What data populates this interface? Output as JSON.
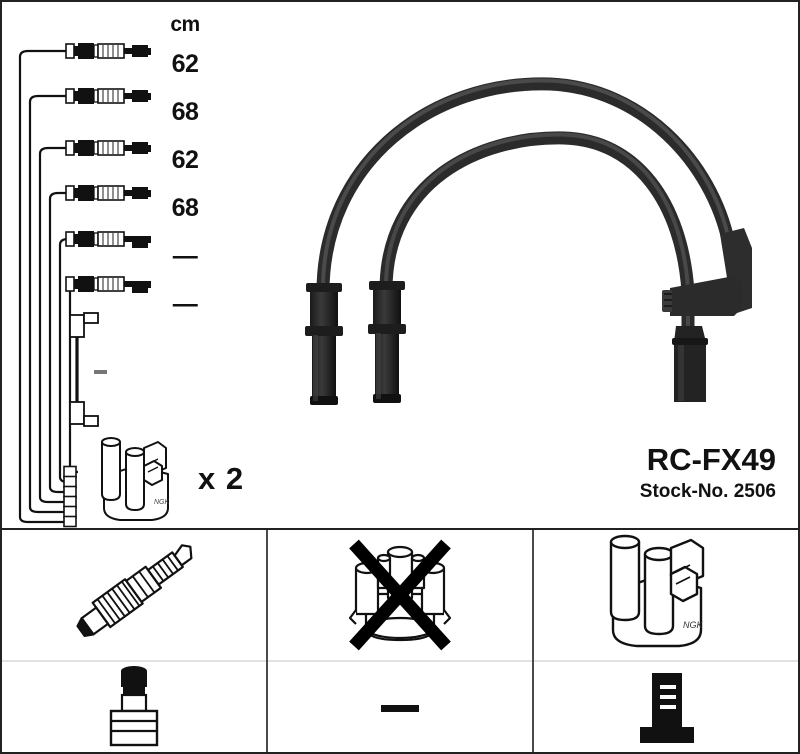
{
  "product": {
    "code": "RC-FX49",
    "stock_label": "Stock-No. 2506"
  },
  "measurements": {
    "unit_header": "cm",
    "values": [
      "62",
      "68",
      "62",
      "68",
      "—",
      "—"
    ]
  },
  "quantity_note": "x 2",
  "icons": {
    "spark_plug": "spark-plug-icon",
    "distributor_cap_crossed": "distributor-cap-crossed-out-icon",
    "ignition_coil": "ignition-coil-icon",
    "rubber_boot": "rubber-boot-icon",
    "no_part_dash": "—",
    "connector_terminal": "connector-terminal-icon"
  },
  "colors": {
    "ink": "#111111",
    "border": "#222222",
    "divider": "#4a4a4a",
    "light_divider": "#e2e2e2",
    "background": "#ffffff"
  }
}
